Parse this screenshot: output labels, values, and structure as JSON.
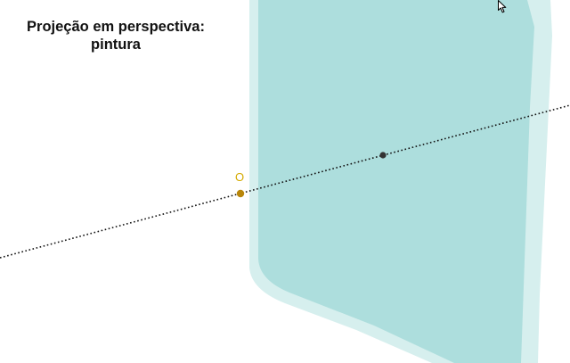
{
  "title": {
    "line1": "Projeção em perspectiva:",
    "line2": "pintura"
  },
  "point_label": "O",
  "colors": {
    "plane_outer": "#d6efee",
    "plane_inner": "#addedd",
    "line": "#111111",
    "point_o": "#b8860b",
    "point_o_label": "#d4aa00",
    "point_p": "#333333"
  },
  "icons": [
    "mouse-cursor-icon"
  ]
}
